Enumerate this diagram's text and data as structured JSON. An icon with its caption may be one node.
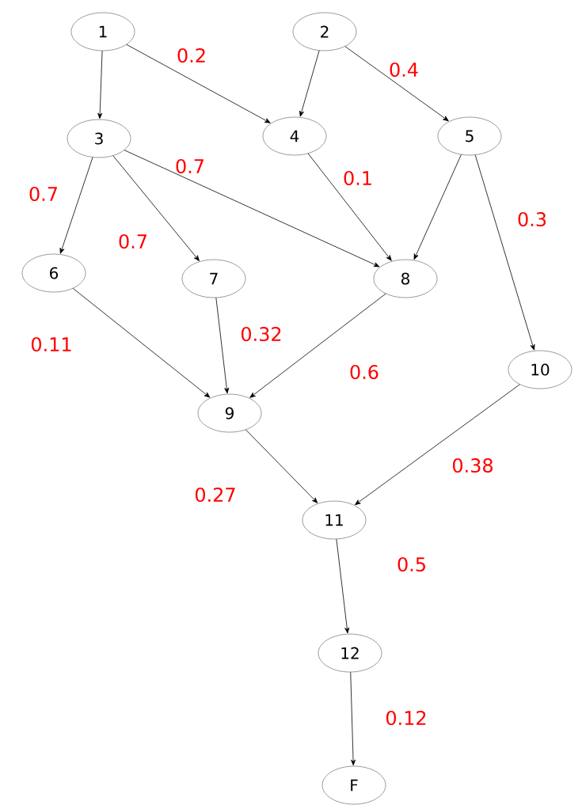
{
  "diagram": {
    "nodes": [
      {
        "text": [
          "1"
        ]
      },
      {
        "text": [
          "2"
        ]
      },
      {
        "text": [
          "3"
        ]
      },
      {
        "text": [
          "4"
        ]
      },
      {
        "text": [
          "5"
        ]
      },
      {
        "text": [
          "6"
        ]
      },
      {
        "text": [
          "7"
        ]
      },
      {
        "text": [
          "8"
        ]
      },
      {
        "text": [
          "9"
        ]
      },
      {
        "text": [
          "10"
        ]
      },
      {
        "text": [
          "11"
        ]
      },
      {
        "text": [
          "12"
        ]
      },
      {
        "text": [
          "F"
        ]
      }
    ],
    "edges": [
      {
        "from": 0,
        "to": 2,
        "arrow": "to"
      },
      {
        "from": 0,
        "to": 3,
        "arrow": "to",
        "label": "0.2"
      },
      {
        "from": 1,
        "to": 3,
        "arrow": "to"
      },
      {
        "from": 1,
        "to": 4,
        "arrow": "to",
        "label": "0.4"
      },
      {
        "from": 2,
        "to": 5,
        "arrow": "to",
        "label": "0.7"
      },
      {
        "from": 2,
        "to": 6,
        "arrow": "to",
        "label": "0.7"
      },
      {
        "from": 2,
        "to": 7,
        "arrow": "to",
        "label": "0.7"
      },
      {
        "from": 3,
        "to": 7,
        "arrow": "to",
        "label": "0.1"
      },
      {
        "from": 4,
        "to": 7,
        "arrow": "to"
      },
      {
        "from": 4,
        "to": 9,
        "arrow": "to",
        "label": "0.3"
      },
      {
        "from": 5,
        "to": 8,
        "arrow": "to",
        "label": "0.11"
      },
      {
        "from": 6,
        "to": 8,
        "arrow": "to",
        "label": "0.32"
      },
      {
        "from": 7,
        "to": 8,
        "arrow": "to",
        "label": "0.6"
      },
      {
        "from": 8,
        "to": 10,
        "arrow": "to",
        "label": "0.27"
      },
      {
        "from": 9,
        "to": 10,
        "arrow": "to",
        "label": "0.38"
      },
      {
        "from": 10,
        "to": 11,
        "arrow": "to",
        "label": "0.5"
      },
      {
        "from": 11,
        "to": 12,
        "arrow": "to",
        "label": "0.12"
      }
    ]
  }
}
